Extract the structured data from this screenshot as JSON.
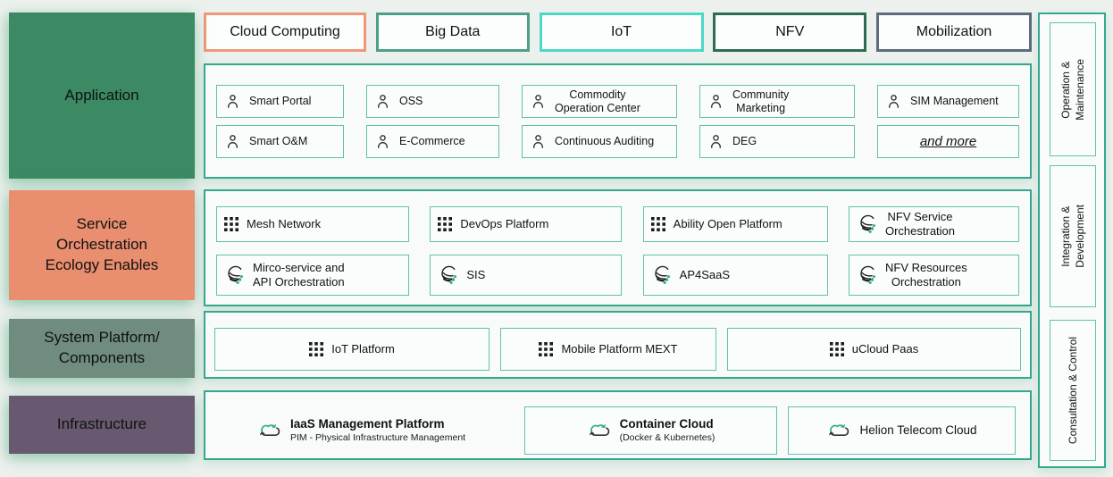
{
  "tags": [
    {
      "label": "Cloud Computing",
      "border_color": "#f0977a"
    },
    {
      "label": "Big Data",
      "border_color": "#4d9f89"
    },
    {
      "label": "IoT",
      "border_color": "#4cd8c6"
    },
    {
      "label": "NFV",
      "border_color": "#2e6b53"
    },
    {
      "label": "Mobilization",
      "border_color": "#5d6b7b"
    }
  ],
  "rows": [
    {
      "name": "application",
      "label": "Application",
      "label_color": "#3b8a63",
      "items": [
        {
          "label": "Smart Portal",
          "icon": "person-icon"
        },
        {
          "label": "OSS",
          "icon": "person-icon"
        },
        {
          "label": "Commodity\nOperation Center",
          "icon": "person-icon"
        },
        {
          "label": "Community\nMarketing",
          "icon": "person-icon"
        },
        {
          "label": "SIM Management",
          "icon": "person-icon"
        },
        {
          "label": "Smart O&M",
          "icon": "person-icon"
        },
        {
          "label": "E-Commerce",
          "icon": "person-icon"
        },
        {
          "label": "Continuous Auditing",
          "icon": "person-icon"
        },
        {
          "label": "DEG",
          "icon": "person-icon"
        },
        {
          "label": "and more",
          "icon": null,
          "emphasis": true
        }
      ]
    },
    {
      "name": "service-orchestration",
      "label": "Service\nOrchestration\nEcology Enables",
      "label_color": "#e98e6f",
      "items": [
        {
          "label": "Mesh Network",
          "icon": "grid-icon"
        },
        {
          "label": "DevOps Platform",
          "icon": "grid-icon"
        },
        {
          "label": "Ability Open Platform",
          "icon": "grid-icon"
        },
        {
          "label": "NFV Service\nOrchestration",
          "icon": "orchestration-icon"
        },
        {
          "label": "Mirco-service and\nAPI Orchestration",
          "icon": "orchestration-icon"
        },
        {
          "label": "SIS",
          "icon": "orchestration-icon"
        },
        {
          "label": "AP4SaaS",
          "icon": "orchestration-icon"
        },
        {
          "label": "NFV Resources\nOrchestration",
          "icon": "orchestration-icon"
        }
      ]
    },
    {
      "name": "system-platform",
      "label": "System Platform/\nComponents",
      "label_color": "#6f8c7f",
      "items": [
        {
          "label": "IoT Platform",
          "icon": "grid-icon"
        },
        {
          "label": "Mobile Platform MEXT",
          "icon": "grid-icon"
        },
        {
          "label": "uCloud Paas",
          "icon": "grid-icon"
        }
      ]
    },
    {
      "name": "infrastructure",
      "label": "Infrastructure",
      "label_color": "#685971",
      "items": [
        {
          "label": "IaaS Management Platform",
          "sub": "PIM - Physical Infrastructure Management",
          "icon": "cloud-sync-icon",
          "boxed": false
        },
        {
          "label": "Container Cloud",
          "sub": "(Docker & Kubernetes)",
          "icon": "cloud-sync-icon"
        },
        {
          "label": "Helion Telecom Cloud",
          "icon": "cloud-sync-icon"
        }
      ]
    }
  ],
  "sidebar": {
    "items": [
      {
        "label": "Operation &\nMaintenance"
      },
      {
        "label": "Integration &\nDevelopment"
      },
      {
        "label": "Consultation & Control"
      }
    ]
  },
  "colors": {
    "outer_border": "#35a78f",
    "item_border": "#62c1ab",
    "accent_green": "#2fb08a",
    "background": "#edf1ee"
  }
}
